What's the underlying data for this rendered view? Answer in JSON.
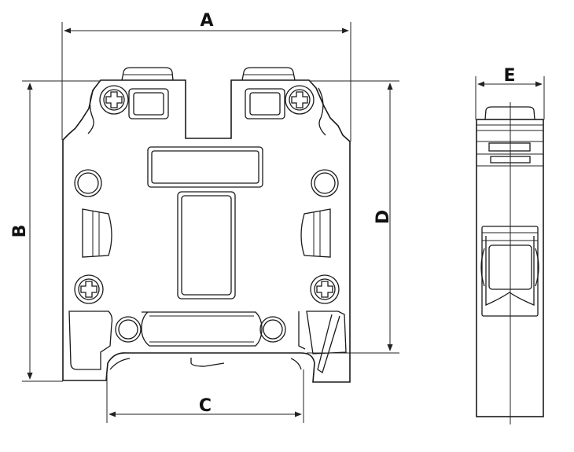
{
  "drawing": {
    "dimensions": [
      {
        "id": "A",
        "label": "A"
      },
      {
        "id": "B",
        "label": "B"
      },
      {
        "id": "C",
        "label": "C"
      },
      {
        "id": "D",
        "label": "D"
      },
      {
        "id": "E",
        "label": "E"
      }
    ],
    "views": [
      "front-view",
      "side-view"
    ],
    "colors": {
      "line": "#1a1a1a",
      "background": "#ffffff"
    }
  }
}
